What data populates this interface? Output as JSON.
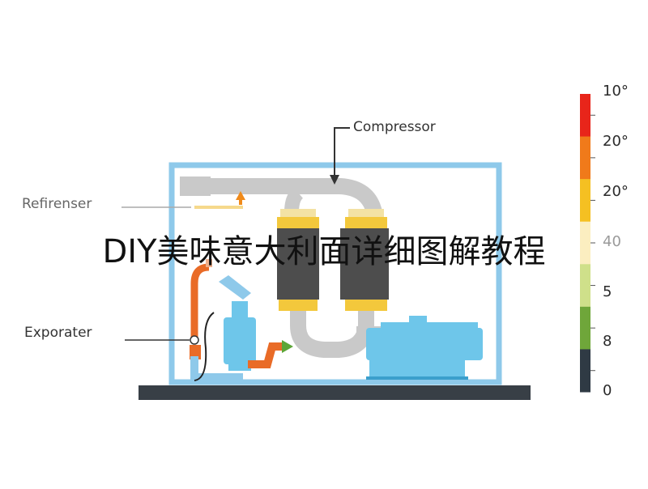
{
  "labels": {
    "compressor": "Compressor",
    "refrenser": "Refirenser",
    "exporater": "Exporater"
  },
  "title_overlay": "DIY美味意大利面详细图解教程",
  "scale": {
    "labels": [
      "10°",
      "20°",
      "20°",
      "40",
      "5",
      "8",
      "0"
    ],
    "colors": [
      "#e8251a",
      "#f07a1a",
      "#f5c022",
      "#fbeec0",
      "#cfe08a",
      "#6fa63a",
      "#2f3a44"
    ]
  },
  "colors": {
    "frame": "#8ec9ea",
    "machine": "#6ec6ea",
    "pipe_gray": "#c9c9c9",
    "pipe_dark": "#4d4d4d",
    "band": "#f3c83c",
    "pipe_orange": "#e96b27",
    "base": "#383f46"
  }
}
